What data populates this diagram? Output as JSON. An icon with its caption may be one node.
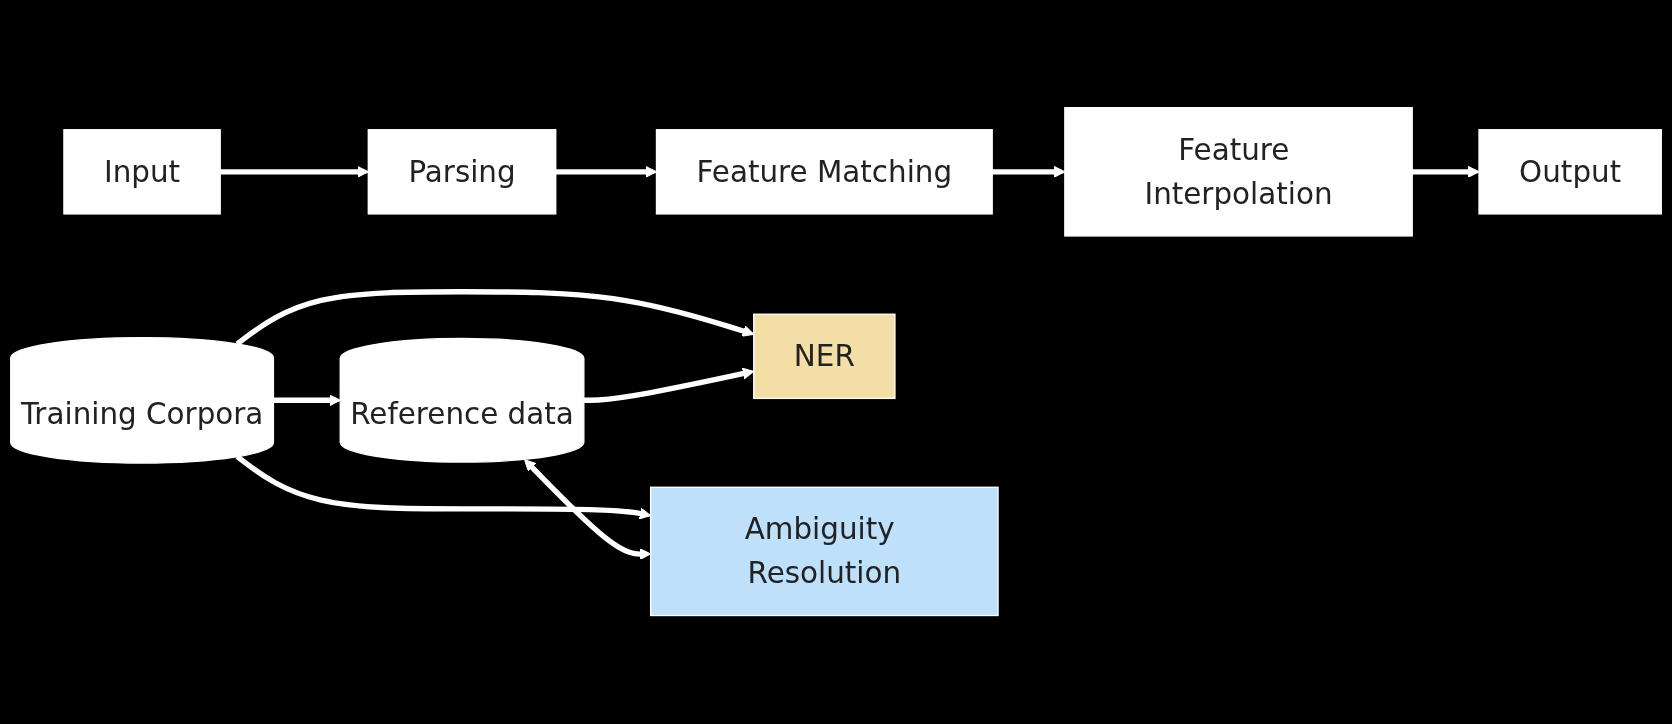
{
  "diagram": {
    "nodes": [
      {
        "text": [
          "Input"
        ]
      },
      {
        "text": [
          "Parsing"
        ]
      },
      {
        "text": [
          "Feature Matching"
        ]
      },
      {
        "text": [
          "Feature Interpolation"
        ]
      },
      {
        "text": [
          "Output"
        ]
      },
      {
        "text": [
          "NER"
        ]
      },
      {
        "text": [
          "Ambiguity Resolution"
        ]
      },
      {
        "text": [
          "Training Corpora"
        ]
      },
      {
        "text": [
          "Reference data"
        ]
      }
    ],
    "edges": [
      {
        "from": 0,
        "to": 1,
        "arrow": "to"
      },
      {
        "from": 1,
        "to": 2,
        "arrow": "to"
      },
      {
        "from": 2,
        "to": 3,
        "arrow": "to"
      },
      {
        "from": 3,
        "to": 4,
        "arrow": "to"
      },
      {
        "from": 7,
        "to": 5,
        "arrow": "to"
      },
      {
        "from": 7,
        "to": 6,
        "arrow": "to"
      },
      {
        "from": 7,
        "to": 8,
        "arrow": "to"
      },
      {
        "from": 8,
        "to": 6,
        "arrow": "both"
      },
      {
        "from": 8,
        "to": 5,
        "arrow": "to"
      }
    ]
  }
}
